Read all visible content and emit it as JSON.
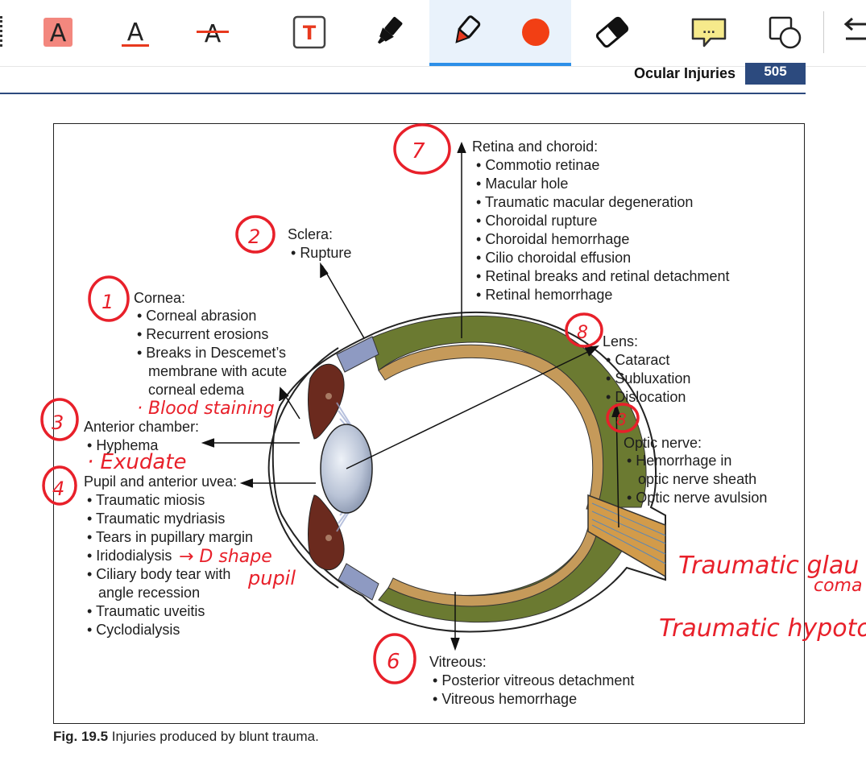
{
  "toolbar": {
    "tools": [
      {
        "name": "text-highlight",
        "glyph": "A"
      },
      {
        "name": "text-underline",
        "glyph": "A"
      },
      {
        "name": "text-strikethrough",
        "glyph": "A"
      },
      {
        "name": "text-box",
        "glyph": "T"
      },
      {
        "name": "highlighter",
        "glyph": ""
      },
      {
        "name": "pen",
        "glyph": ""
      },
      {
        "name": "color",
        "glyph": ""
      },
      {
        "name": "eraser",
        "glyph": ""
      },
      {
        "name": "comment",
        "glyph": "..."
      },
      {
        "name": "shapes",
        "glyph": ""
      }
    ],
    "active_tool": "pen",
    "accent_color": "#2d8fe8",
    "pen_color": "#e8391e"
  },
  "header": {
    "running_title": "Ocular Injuries",
    "page_number": "505"
  },
  "caption": {
    "label": "Fig. 19.5",
    "text": "Injuries produced by blunt trauma."
  },
  "figure": {
    "retina": {
      "title": "Retina and choroid:",
      "items": [
        "Commotio retinae",
        "Macular hole",
        "Traumatic macular degeneration",
        "Choroidal rupture",
        "Choroidal hemorrhage",
        "Cilio choroidal effusion",
        "Retinal breaks and retinal detachment",
        "Retinal hemorrhage"
      ]
    },
    "sclera": {
      "title": "Sclera:",
      "items": [
        "Rupture"
      ]
    },
    "cornea": {
      "title": "Cornea:",
      "lines": [
        "• Corneal abrasion",
        "• Recurrent erosions",
        "• Breaks in Descemet’s",
        "membrane with acute",
        "corneal edema"
      ]
    },
    "lens": {
      "title": "Lens:",
      "items": [
        "Cataract",
        "Subluxation",
        "Dislocation"
      ]
    },
    "anterior_chamber": {
      "title": "Anterior chamber:",
      "items": [
        "Hyphema"
      ]
    },
    "optic_nerve": {
      "title": "Optic nerve:",
      "lines": [
        "• Hemorrhage in",
        "optic nerve sheath",
        "• Optic nerve avulsion"
      ]
    },
    "pupil_uvea": {
      "title": "Pupil and anterior uvea:",
      "lines": [
        "• Traumatic miosis",
        "• Traumatic mydriasis",
        "• Tears in pupillary margin",
        "• Iridodialysis",
        "• Ciliary body tear with",
        "angle recession",
        "• Traumatic uveitis",
        "• Cyclodialysis"
      ]
    },
    "vitreous": {
      "title": "Vitreous:",
      "items": [
        "Posterior vitreous detachment",
        "Vitreous hemorrhage"
      ]
    }
  },
  "handwriting": {
    "num_1": "1",
    "num_2": "2",
    "num_3": "3",
    "num_4": "4",
    "num_6": "6",
    "num_7": "7",
    "num_8": "8",
    "cornea_note": "· Blood staining",
    "hyphema_note": "· Exudate",
    "iridodialysis_note": "→ D shape",
    "iridodialysis_note2": "pupil",
    "right_note_1": "Traumatic glau",
    "right_note_1b": "coma",
    "right_note_2": "Traumatic hypotony"
  }
}
